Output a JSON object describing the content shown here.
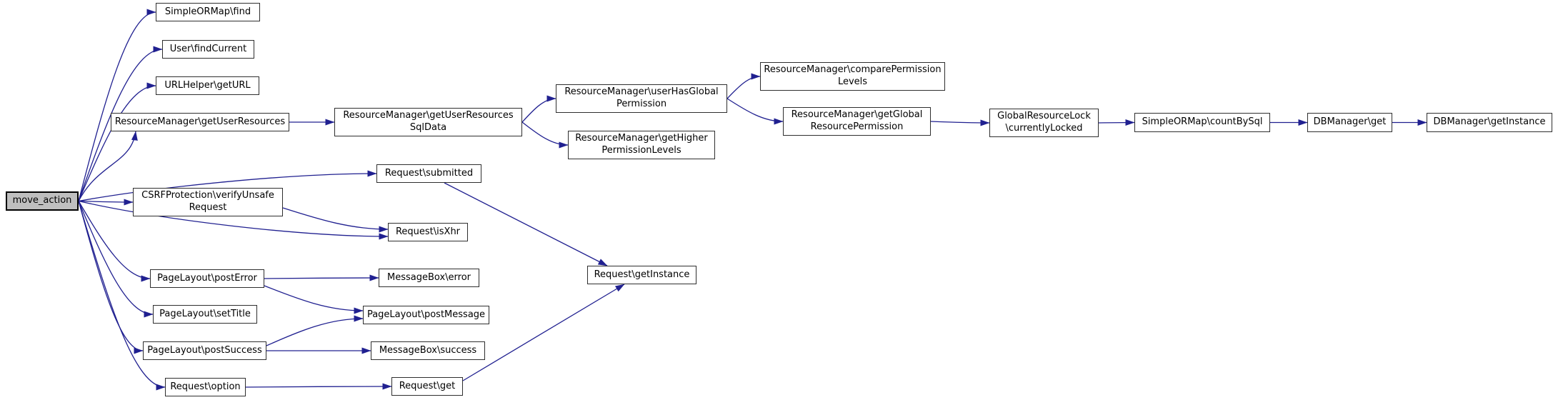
{
  "diagram": {
    "type": "call-graph",
    "root_function": "move_action",
    "colors": {
      "edge": "#202090",
      "root_fill": "#bfbfbf",
      "node_fill": "#ffffff",
      "node_border": "#2e2e2e",
      "background": "#ffffff"
    },
    "nodes": [
      {
        "id": "move_action",
        "root": true,
        "label": "move_action",
        "lines": [
          "move_action"
        ]
      },
      {
        "id": "simpleormap_find",
        "label": "SimpleORMap\\find",
        "lines": [
          "SimpleORMap\\find"
        ]
      },
      {
        "id": "user_findcurrent",
        "label": "User\\findCurrent",
        "lines": [
          "User\\findCurrent"
        ]
      },
      {
        "id": "urlhelper_geturl",
        "label": "URLHelper\\getURL",
        "lines": [
          "URLHelper\\getURL"
        ]
      },
      {
        "id": "rm_getuserresources",
        "label": "ResourceManager\\getUserResources",
        "lines": [
          "ResourceManager\\getUserResources"
        ]
      },
      {
        "id": "rm_getuserresources_sqldata",
        "label": "ResourceManager\\getUserResourcesSqlData",
        "lines": [
          "ResourceManager\\getUserResources",
          "SqlData"
        ]
      },
      {
        "id": "rm_userhasglobalpermission",
        "label": "ResourceManager\\userHasGlobalPermission",
        "lines": [
          "ResourceManager\\userHasGlobal",
          "Permission"
        ]
      },
      {
        "id": "rm_comparepermissionlevels",
        "label": "ResourceManager\\comparePermissionLevels",
        "lines": [
          "ResourceManager\\comparePermission",
          "Levels"
        ]
      },
      {
        "id": "rm_getglobalresourcepermission",
        "label": "ResourceManager\\getGlobalResourcePermission",
        "lines": [
          "ResourceManager\\getGlobal",
          "ResourcePermission"
        ]
      },
      {
        "id": "globalresourcelock_currentlylocked",
        "label": "GlobalResourceLock\\currentlyLocked",
        "lines": [
          "GlobalResourceLock",
          "\\currentlyLocked"
        ]
      },
      {
        "id": "simpleormap_countbysql",
        "label": "SimpleORMap\\countBySql",
        "lines": [
          "SimpleORMap\\countBySql"
        ]
      },
      {
        "id": "dbmanager_get",
        "label": "DBManager\\get",
        "lines": [
          "DBManager\\get"
        ]
      },
      {
        "id": "dbmanager_getinstance",
        "label": "DBManager\\getInstance",
        "lines": [
          "DBManager\\getInstance"
        ]
      },
      {
        "id": "rm_gethigherpermissionlevels",
        "label": "ResourceManager\\getHigherPermissionLevels",
        "lines": [
          "ResourceManager\\getHigher",
          "PermissionLevels"
        ]
      },
      {
        "id": "request_submitted",
        "label": "Request\\submitted",
        "lines": [
          "Request\\submitted"
        ]
      },
      {
        "id": "csrf_verifyunsaferequest",
        "label": "CSRFProtection\\verifyUnsafeRequest",
        "lines": [
          "CSRFProtection\\verifyUnsafe",
          "Request"
        ]
      },
      {
        "id": "request_isxhr",
        "label": "Request\\isXhr",
        "lines": [
          "Request\\isXhr"
        ]
      },
      {
        "id": "pagelayout_posterror",
        "label": "PageLayout\\postError",
        "lines": [
          "PageLayout\\postError"
        ]
      },
      {
        "id": "messagebox_error",
        "label": "MessageBox\\error",
        "lines": [
          "MessageBox\\error"
        ]
      },
      {
        "id": "pagelayout_settitle",
        "label": "PageLayout\\setTitle",
        "lines": [
          "PageLayout\\setTitle"
        ]
      },
      {
        "id": "pagelayout_postmessage",
        "label": "PageLayout\\postMessage",
        "lines": [
          "PageLayout\\postMessage"
        ]
      },
      {
        "id": "pagelayout_postsuccess",
        "label": "PageLayout\\postSuccess",
        "lines": [
          "PageLayout\\postSuccess"
        ]
      },
      {
        "id": "messagebox_success",
        "label": "MessageBox\\success",
        "lines": [
          "MessageBox\\success"
        ]
      },
      {
        "id": "request_option",
        "label": "Request\\option",
        "lines": [
          "Request\\option"
        ]
      },
      {
        "id": "request_get",
        "label": "Request\\get",
        "lines": [
          "Request\\get"
        ]
      },
      {
        "id": "request_getinstance",
        "label": "Request\\getInstance",
        "lines": [
          "Request\\getInstance"
        ]
      }
    ],
    "edges": [
      {
        "from": "move_action",
        "to": "simpleormap_find"
      },
      {
        "from": "move_action",
        "to": "user_findcurrent"
      },
      {
        "from": "move_action",
        "to": "urlhelper_geturl"
      },
      {
        "from": "move_action",
        "to": "rm_getuserresources"
      },
      {
        "from": "move_action",
        "to": "request_submitted"
      },
      {
        "from": "move_action",
        "to": "csrf_verifyunsaferequest"
      },
      {
        "from": "move_action",
        "to": "request_isxhr"
      },
      {
        "from": "move_action",
        "to": "pagelayout_posterror"
      },
      {
        "from": "move_action",
        "to": "pagelayout_settitle"
      },
      {
        "from": "move_action",
        "to": "pagelayout_postsuccess"
      },
      {
        "from": "move_action",
        "to": "request_option"
      },
      {
        "from": "rm_getuserresources",
        "to": "rm_getuserresources_sqldata"
      },
      {
        "from": "rm_getuserresources_sqldata",
        "to": "rm_userhasglobalpermission"
      },
      {
        "from": "rm_getuserresources_sqldata",
        "to": "rm_gethigherpermissionlevels"
      },
      {
        "from": "rm_userhasglobalpermission",
        "to": "rm_comparepermissionlevels"
      },
      {
        "from": "rm_userhasglobalpermission",
        "to": "rm_getglobalresourcepermission"
      },
      {
        "from": "rm_getglobalresourcepermission",
        "to": "globalresourcelock_currentlylocked"
      },
      {
        "from": "globalresourcelock_currentlylocked",
        "to": "simpleormap_countbysql"
      },
      {
        "from": "simpleormap_countbysql",
        "to": "dbmanager_get"
      },
      {
        "from": "dbmanager_get",
        "to": "dbmanager_getinstance"
      },
      {
        "from": "request_submitted",
        "to": "request_getinstance"
      },
      {
        "from": "csrf_verifyunsaferequest",
        "to": "request_isxhr"
      },
      {
        "from": "pagelayout_posterror",
        "to": "messagebox_error"
      },
      {
        "from": "pagelayout_posterror",
        "to": "pagelayout_postmessage"
      },
      {
        "from": "pagelayout_postsuccess",
        "to": "pagelayout_postmessage"
      },
      {
        "from": "pagelayout_postsuccess",
        "to": "messagebox_success"
      },
      {
        "from": "request_option",
        "to": "request_get"
      },
      {
        "from": "request_get",
        "to": "request_getinstance"
      }
    ]
  }
}
